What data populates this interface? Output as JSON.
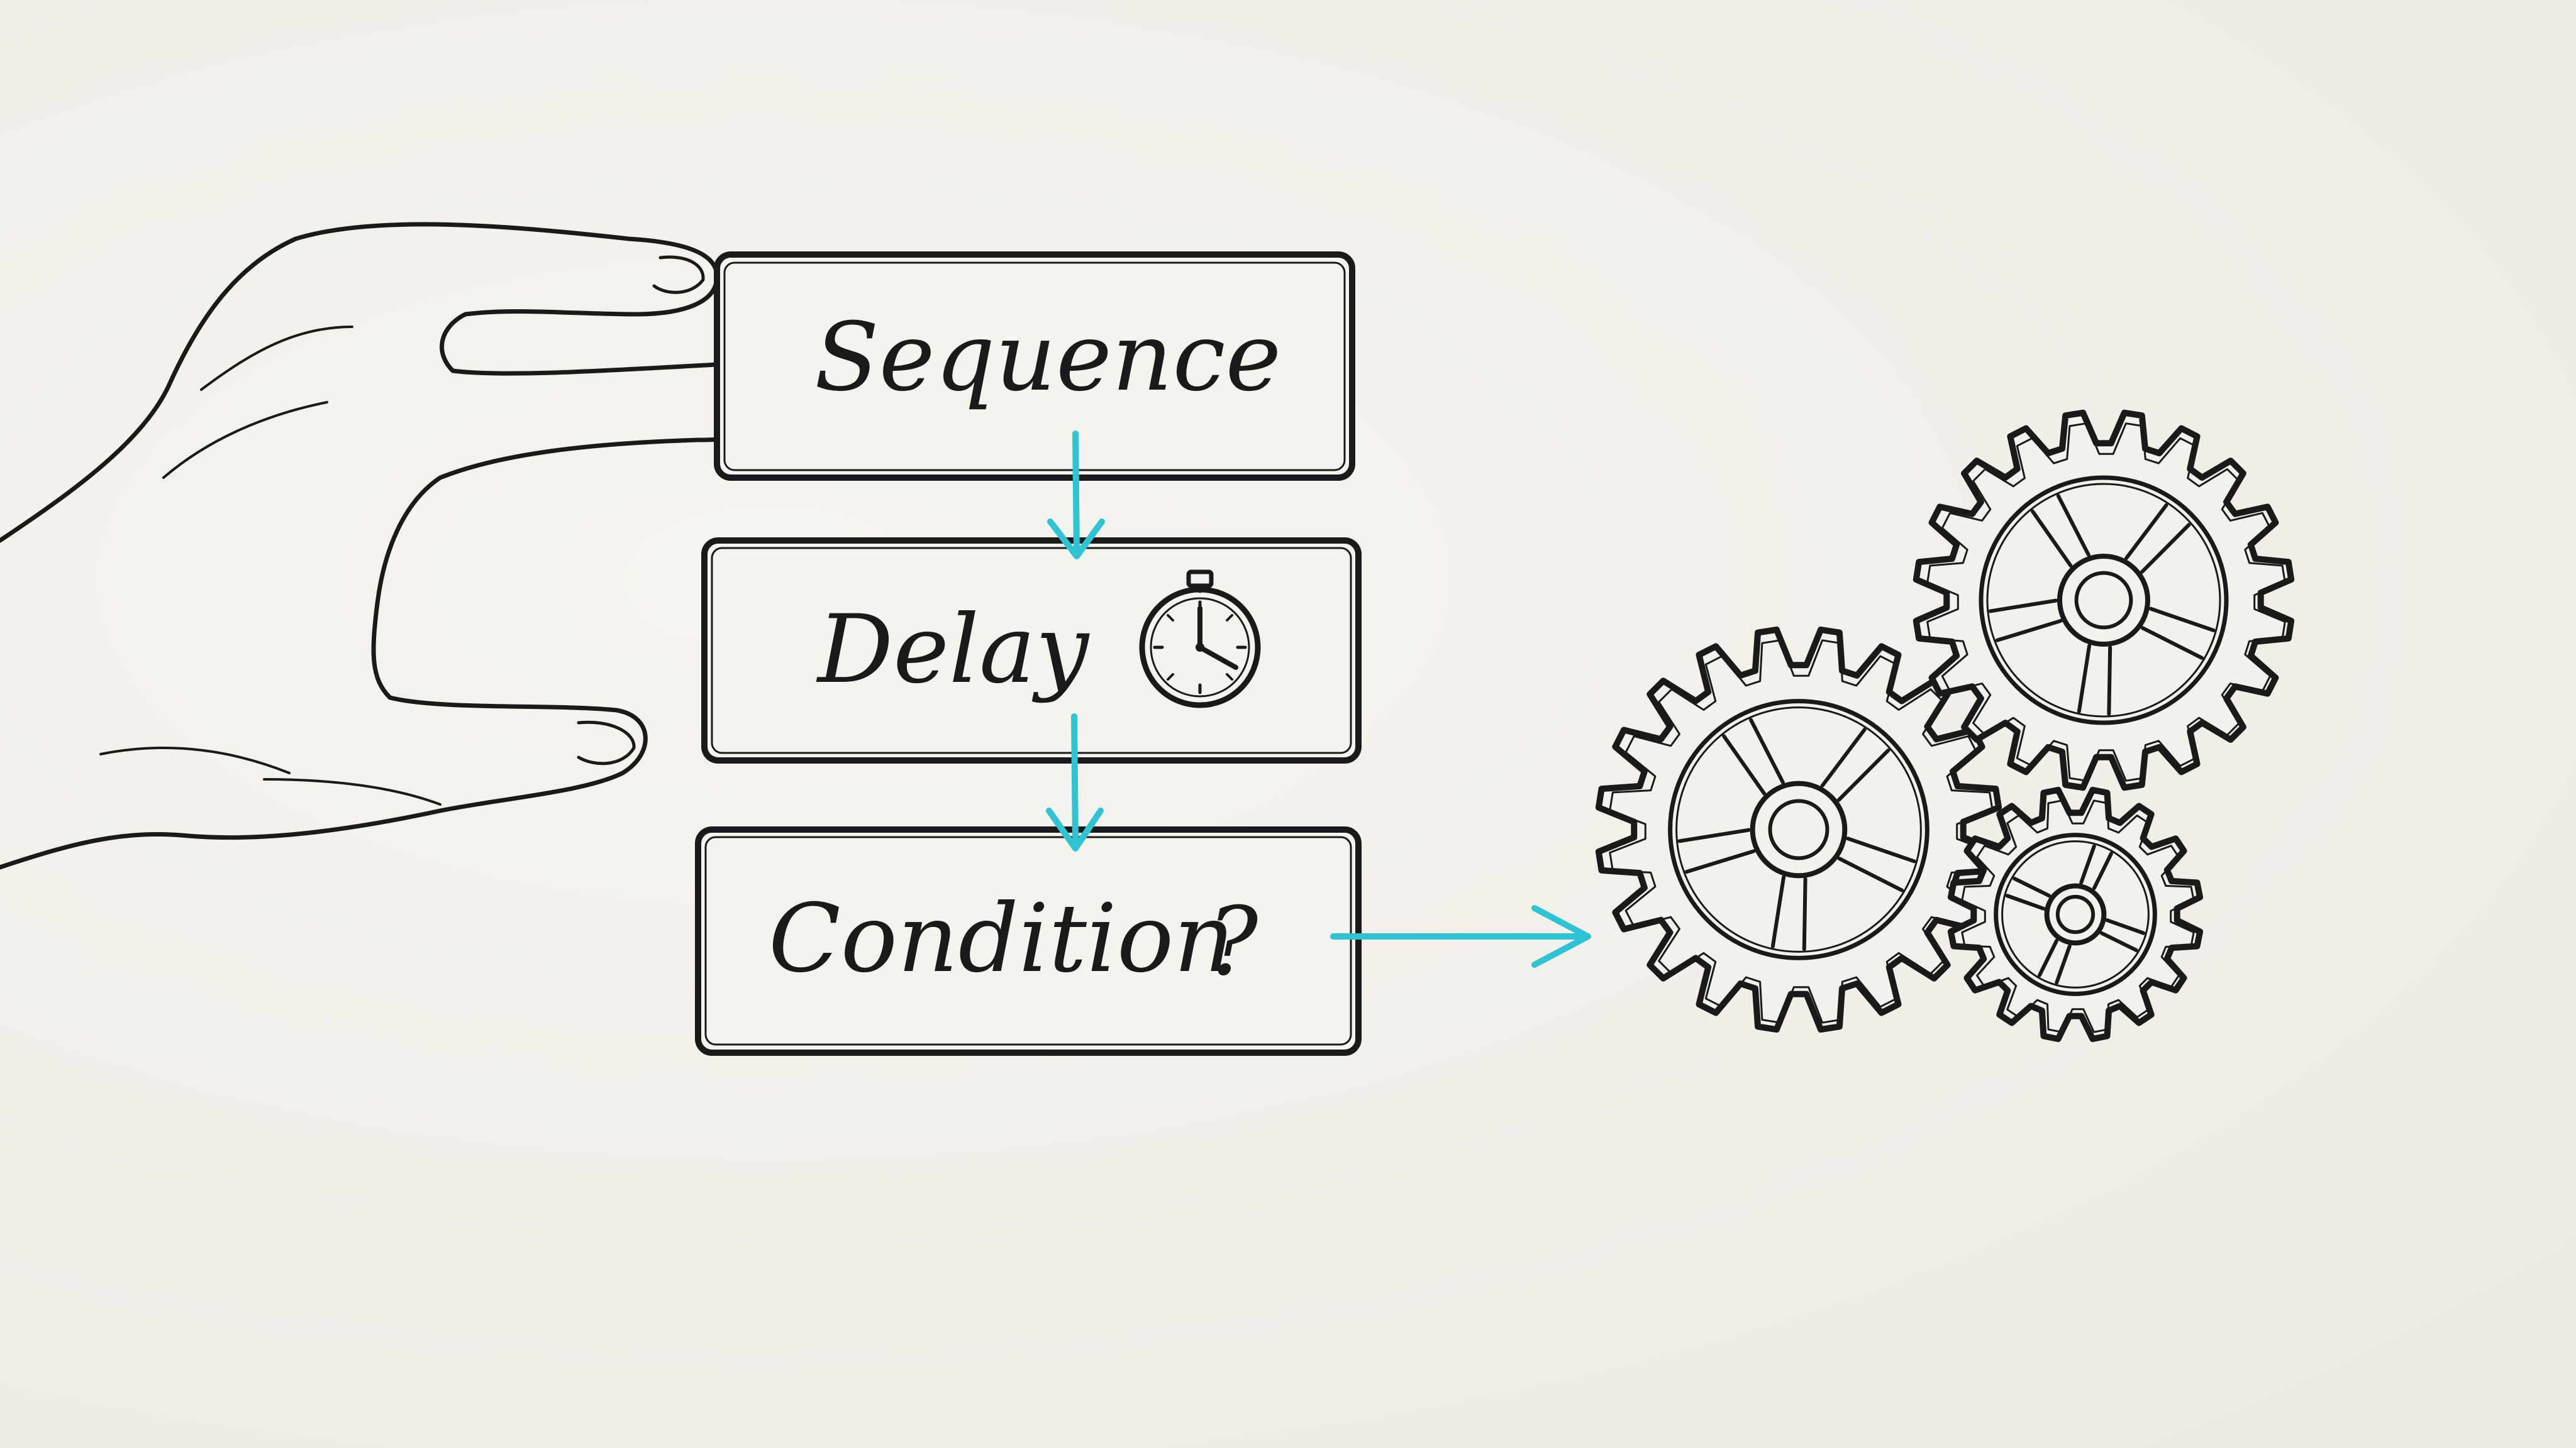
{
  "steps": [
    {
      "label": "Sequence",
      "icon": "none"
    },
    {
      "label": "Delay",
      "icon": "stopwatch-icon"
    },
    {
      "label": "Condition",
      "icon": "question-mark-icon"
    }
  ],
  "question_glyph": "?",
  "colors": {
    "background": "#f3f1ec",
    "ink": "#1a1a1a",
    "arrow": "#2fc4d4"
  },
  "icons": [
    "hand-icon",
    "stopwatch-icon",
    "gears-icon"
  ]
}
